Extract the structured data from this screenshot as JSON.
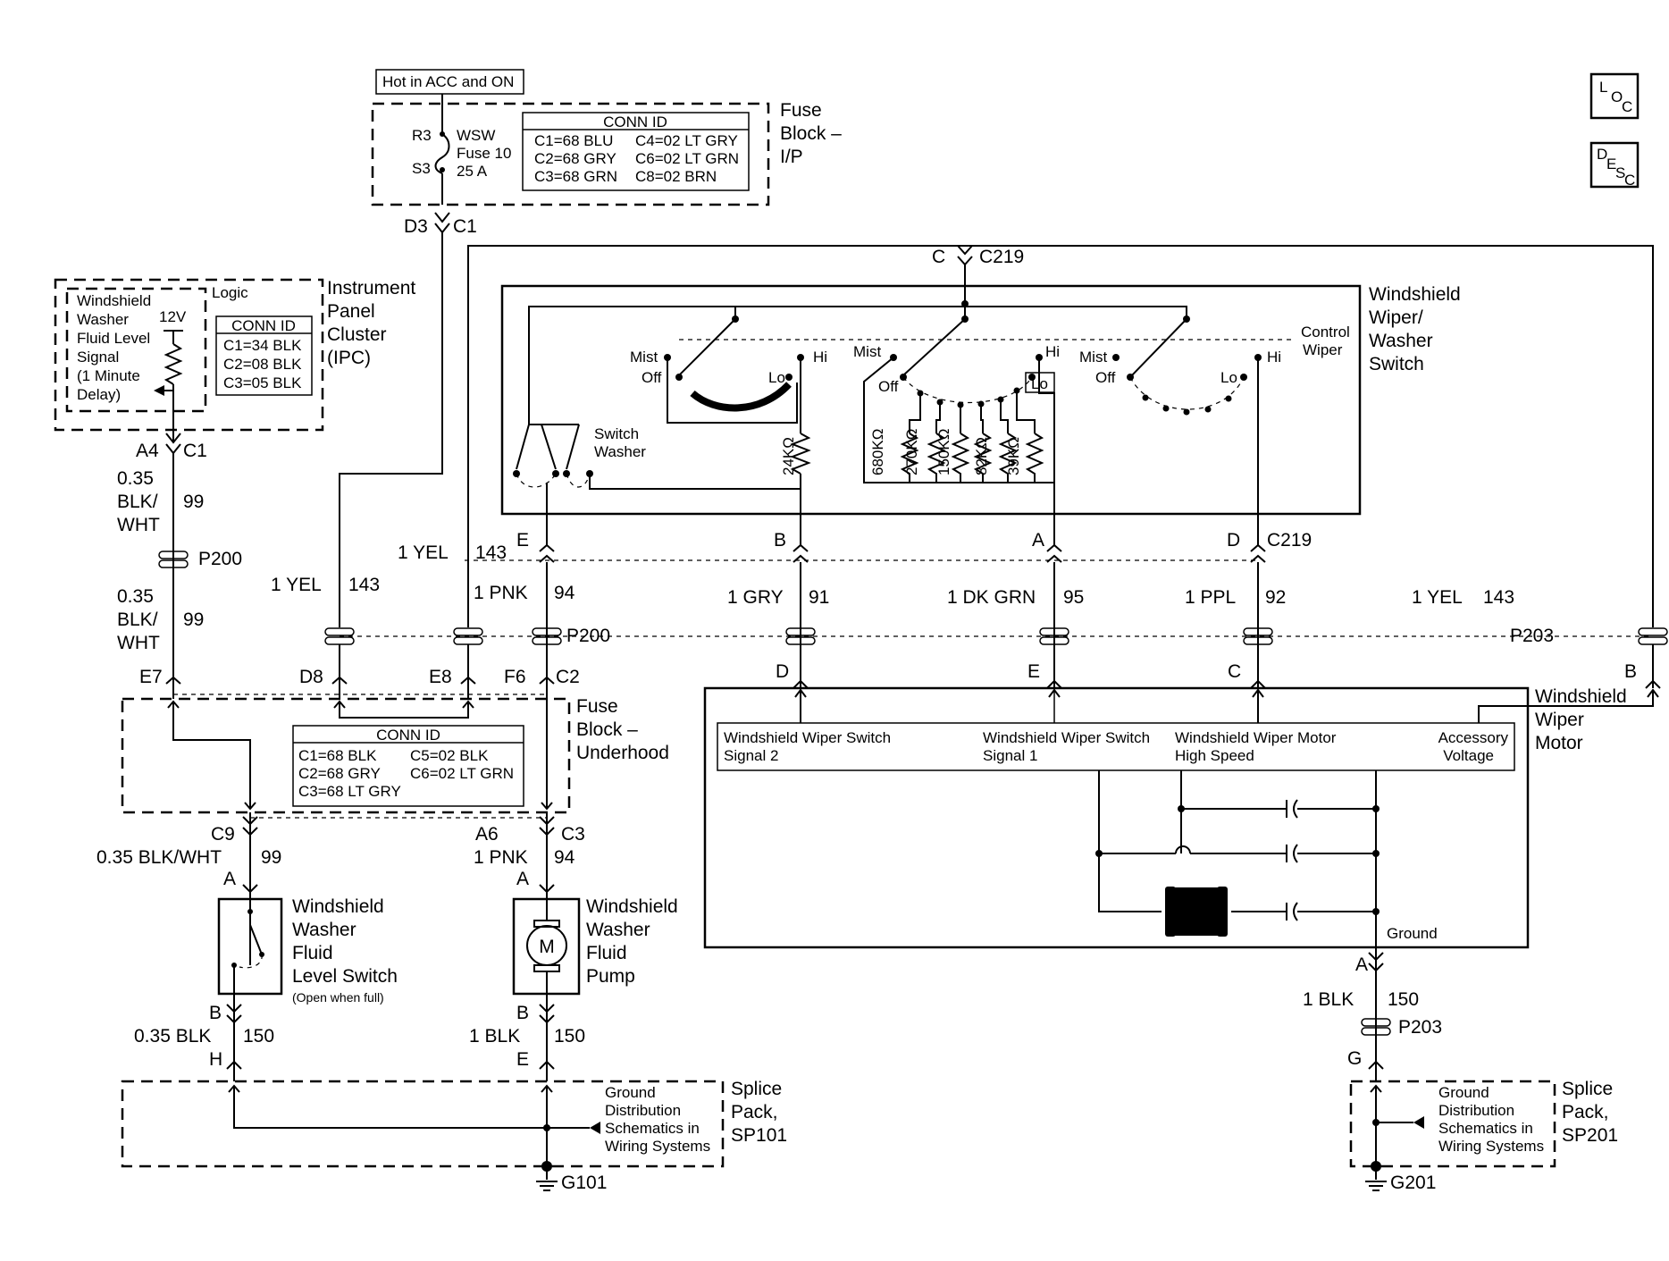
{
  "components": {
    "fuse_block_ip": [
      "Fuse",
      "Block –",
      "I/P"
    ],
    "ipc": [
      "Instrument",
      "Panel",
      "Cluster",
      "(IPC)"
    ],
    "wiper_switch": [
      "Windshield",
      "Wiper/",
      "Washer",
      "Switch"
    ],
    "fuse_block_uh": [
      "Fuse",
      "Block –",
      "Underhood"
    ],
    "wiper_motor": [
      "Windshield",
      "Wiper",
      "Motor"
    ],
    "level_switch": [
      "Windshield",
      "Washer",
      "Fluid",
      "Level Switch"
    ],
    "level_switch_note": "(Open when full)",
    "pump": [
      "Windshield",
      "Washer",
      "Fluid",
      "Pump"
    ],
    "sp101": [
      "Splice",
      "Pack,",
      "SP101"
    ],
    "sp201": [
      "Splice",
      "Pack,",
      "SP201"
    ]
  },
  "hot_label": "Hot in ACC and ON",
  "fuse": {
    "r3": "R3",
    "s3": "S3",
    "name": [
      "WSW",
      "Fuse 10",
      "25 A"
    ]
  },
  "conn_id_ip": {
    "title": "CONN ID",
    "rows": [
      [
        "C1=68 BLU",
        "C4=02 LT GRY"
      ],
      [
        "C2=68 GRY",
        "C6=02 LT GRN"
      ],
      [
        "C3=68 GRN",
        "C8=02 BRN"
      ]
    ]
  },
  "conn_id_ipc": {
    "title": "CONN ID",
    "rows": [
      "C1=34 BLK",
      "C2=08 BLK",
      "C3=05 BLK"
    ]
  },
  "conn_id_uh": {
    "title": "CONN ID",
    "rows": [
      [
        "C1=68 BLK",
        "C5=02 BLK"
      ],
      [
        "C2=68 GRY",
        "C6=02 LT GRN"
      ],
      [
        "C3=68 LT GRY",
        ""
      ]
    ]
  },
  "ipc_internal": {
    "logic": "Logic",
    "volt": "12V",
    "signal": [
      "Windshield",
      "Washer",
      "Fluid Level",
      "Signal",
      "(1 Minute",
      "Delay)"
    ]
  },
  "switch_labels": {
    "mist": "Mist",
    "off": "Off",
    "hi": "Hi",
    "lo": "Lo",
    "control": "Control",
    "wiper": "Wiper",
    "switch": "Switch",
    "washer": "Washer"
  },
  "resistors": [
    "24KΩ",
    "680KΩ",
    "270KΩ",
    "150KΩ",
    "82KΩ",
    "39KΩ"
  ],
  "motor_signals": [
    [
      "Windshield Wiper Switch",
      "Signal 2"
    ],
    [
      "Windshield Wiper Switch",
      "Signal 1"
    ],
    [
      "Windshield Wiper Motor",
      "High Speed"
    ],
    [
      "Accessory",
      "Voltage"
    ]
  ],
  "motor_letter": "M",
  "ground_label": "Ground",
  "ground_dist": [
    "Ground",
    "Distribution",
    "Schematics in",
    "Wiring Systems"
  ],
  "pins": {
    "d3": "D3",
    "c1": "C1",
    "c": "C",
    "c219": "C219",
    "a4": "A4",
    "ipc_c1": "C1",
    "e": "E",
    "b": "B",
    "a": "A",
    "d": "D",
    "c219b": "C219",
    "p200a": "P200",
    "p200b": "P200",
    "p203a": "P203",
    "p203b": "P203",
    "e7": "E7",
    "d8": "D8",
    "e8": "E8",
    "f6": "F6",
    "c2": "C2",
    "md": "D",
    "me": "E",
    "mc": "C",
    "mb": "B",
    "c9": "C9",
    "a6": "A6",
    "c3": "C3",
    "lsa": "A",
    "pa": "A",
    "lsb": "B",
    "lsh": "H",
    "pb": "B",
    "pe": "E",
    "ma": "A",
    "g": "G",
    "g101": "G101",
    "g201": "G201"
  },
  "wires": {
    "ipc_out_1": [
      "0.35",
      "BLK/",
      "WHT"
    ],
    "ipc_out_1_ckt": "99",
    "ipc_out_2": [
      "0.35",
      "BLK/",
      "WHT"
    ],
    "ipc_out_2_ckt": "99",
    "yel_a": "1 YEL",
    "yel_a_ckt": "143",
    "yel_b": "1 YEL",
    "yel_b_ckt": "143",
    "pnk": "1 PNK",
    "pnk_ckt": "94",
    "gry": "1 GRY",
    "gry_ckt": "91",
    "dkgrn": "1 DK GRN",
    "dkgrn_ckt": "95",
    "ppl": "1 PPL",
    "ppl_ckt": "92",
    "yel_c": "1 YEL",
    "yel_c_ckt": "143",
    "c9_wire": "0.35 BLK/WHT",
    "c9_ckt": "99",
    "a6_wire": "1 PNK",
    "a6_ckt": "94",
    "ls_gnd": "0.35 BLK",
    "ls_gnd_ckt": "150",
    "p_gnd": "1 BLK",
    "p_gnd_ckt": "150",
    "m_gnd": "1 BLK",
    "m_gnd_ckt": "150"
  },
  "side_icons": {
    "loc": [
      "L",
      "O",
      "C"
    ],
    "desc": [
      "D",
      "E",
      "S",
      "C"
    ]
  }
}
